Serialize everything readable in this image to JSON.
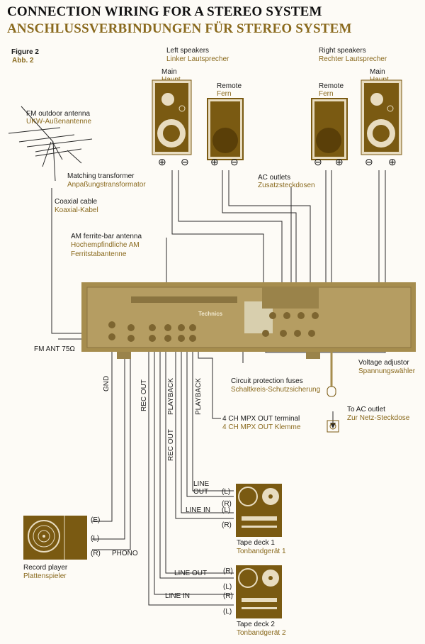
{
  "title": {
    "en": "CONNECTION WIRING FOR A STEREO SYSTEM",
    "de": "ANSCHLUSSVERBINDUNGEN FÜR STEREO SYSTEM"
  },
  "figure": {
    "en": "Figure 2",
    "de": "Abb. 2"
  },
  "colors": {
    "accent": "#8a6a1e",
    "device": "#7a5a12",
    "panel": "#a68d4e",
    "text": "#1a1a1a"
  },
  "speakers": {
    "left_group": {
      "en": "Left speakers",
      "de": "Linker Lautsprecher"
    },
    "right_group": {
      "en": "Right speakers",
      "de": "Rechter Lautsprecher"
    },
    "main": {
      "en": "Main",
      "de": "Haupt"
    },
    "remote": {
      "en": "Remote",
      "de": "Fern"
    },
    "plus": "⊕",
    "minus": "⊖"
  },
  "labels": {
    "fm_antenna": {
      "en": "FM outdoor antenna",
      "de": "UKW-Außenantenne"
    },
    "matching": {
      "en": "Matching transformer",
      "de": "Anpaßungstransformator"
    },
    "coax": {
      "en": "Coaxial cable",
      "de": "Koaxial-Kabel"
    },
    "am_antenna": {
      "en": "AM ferrite-bar antenna",
      "de1": "Hochempfindliche AM",
      "de2": "Ferritstabantenne"
    },
    "ac_outlets": {
      "en": "AC outlets",
      "de": "Zusatzsteckdosen"
    },
    "fm_ant": "FM ANT 75Ω",
    "voltage": {
      "en": "Voltage adjustor",
      "de": "Spannungswähler"
    },
    "fuses": {
      "en": "Circuit protection fuses",
      "de": "Schaltkreis-Schutzsicherung"
    },
    "to_ac": {
      "en": "To AC outlet",
      "de": "Zur Netz-Steckdose"
    },
    "mpx": {
      "en": "4 CH MPX OUT terminal",
      "de": "4 CH MPX OUT Klemme"
    },
    "brand": "Technics"
  },
  "vertical_labels": [
    "GND",
    "REC OUT",
    "PLAYBACK",
    "REC OUT",
    "PLAYBACK"
  ],
  "record_player": {
    "en": "Record player",
    "de": "Plattenspieler",
    "e": "(E)",
    "l": "(L)",
    "r": "(R)",
    "phono": "PHONO"
  },
  "tape_deck_1": {
    "en": "Tape deck 1",
    "de": "Tonbandgerät 1",
    "line_out": "LINE",
    "line_out2": "OUT",
    "line_in": "LINE  IN",
    "l": "(L)",
    "r": "(R)"
  },
  "tape_deck_2": {
    "en": "Tape deck 2",
    "de": "Tonbandgerät 2",
    "line_out": "LINE  OUT",
    "line_in": "LINE  IN",
    "l": "(L)",
    "r": "(R)"
  }
}
